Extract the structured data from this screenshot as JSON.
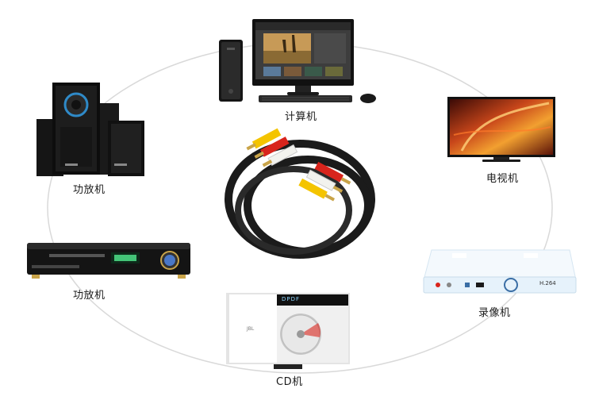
{
  "labels": {
    "computer": "计算机",
    "tv": "电视机",
    "recorder": "录像机",
    "cd": "CD机",
    "amp_receiver": "功放机",
    "amp_speakers": "功放机"
  },
  "device_text": {
    "recorder_model": "H.264",
    "cd_brand": "JBL",
    "cd_display": "DPDF"
  },
  "colors": {
    "ring": "#d9d9d9",
    "cable_black": "#1b1b1b",
    "plug_yellow": "#f4c400",
    "plug_red": "#d8241c",
    "plug_white": "#f2f2ee",
    "gold": "#c9a449",
    "recorder_blue": "#e6f2fb"
  },
  "icons": [
    "desktop-computer-icon",
    "television-icon",
    "video-recorder-icon",
    "cd-player-icon",
    "av-receiver-icon",
    "speaker-system-icon",
    "rca-cable-icon"
  ]
}
